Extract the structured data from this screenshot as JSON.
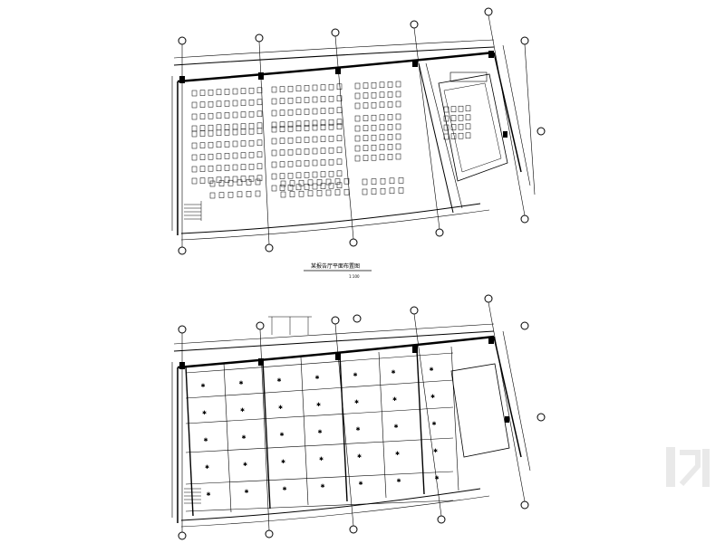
{
  "drawing": {
    "plans": [
      {
        "id": "seating-plan",
        "caption": "某报告厅平面布置图",
        "scale_note": "1:100"
      },
      {
        "id": "ceiling-plan",
        "caption": ""
      }
    ],
    "colors": {
      "line": "#000000",
      "background": "#ffffff",
      "watermark": "#bdbdbd"
    },
    "watermark": "logo"
  }
}
